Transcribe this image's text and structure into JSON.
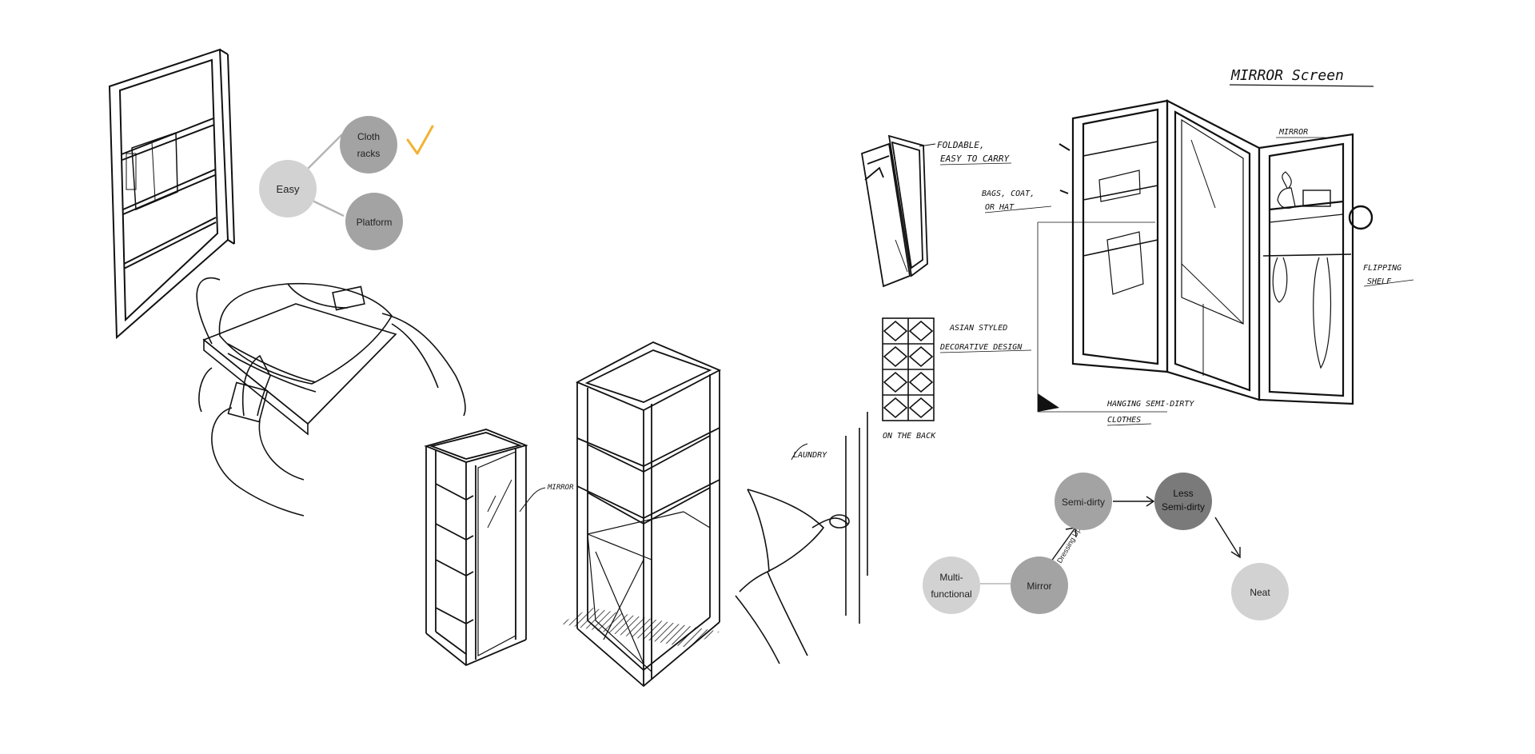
{
  "colors": {
    "ink": "#111111",
    "node_light": "#d2d2d2",
    "node_mid": "#a3a3a3",
    "node_dark": "#7a7a7a",
    "edge": "#b5b5b5",
    "check": "#f2b233"
  },
  "diagram_top_left": {
    "nodes": {
      "easy": "Easy",
      "cloth_racks_1": "Cloth",
      "cloth_racks_2": "racks",
      "platform": "Platform"
    },
    "check_icon": "checkmark-icon"
  },
  "diagram_bottom_right": {
    "nodes": {
      "multi_1": "Multi-",
      "multi_2": "functional",
      "mirror": "Mirror",
      "semi_dirty": "Semi-dirty",
      "less_semi_1": "Less",
      "less_semi_2": "Semi-dirty",
      "neat": "Neat"
    },
    "edge_label": "Dressing Up"
  },
  "annotations": {
    "mirror_screen_title": "MIRROR Screen",
    "foldable_1": "FOLDABLE,",
    "foldable_2": "EASY TO CARRY",
    "bags_1": "BAGS, COAT,",
    "bags_2": "OR HAT",
    "mirror_label": "MIRROR",
    "flipping_1": "FLIPPING",
    "flipping_2": "SHELF",
    "asian_1": "ASIAN STYLED",
    "asian_2": "DECORATIVE DESIGN",
    "on_the_back": "ON THE BACK",
    "hanging_1": "HANGING SEMI-DIRTY",
    "hanging_2": "CLOTHES",
    "mirror_small": "MIRROR",
    "laundry": "LAUNDRY"
  }
}
